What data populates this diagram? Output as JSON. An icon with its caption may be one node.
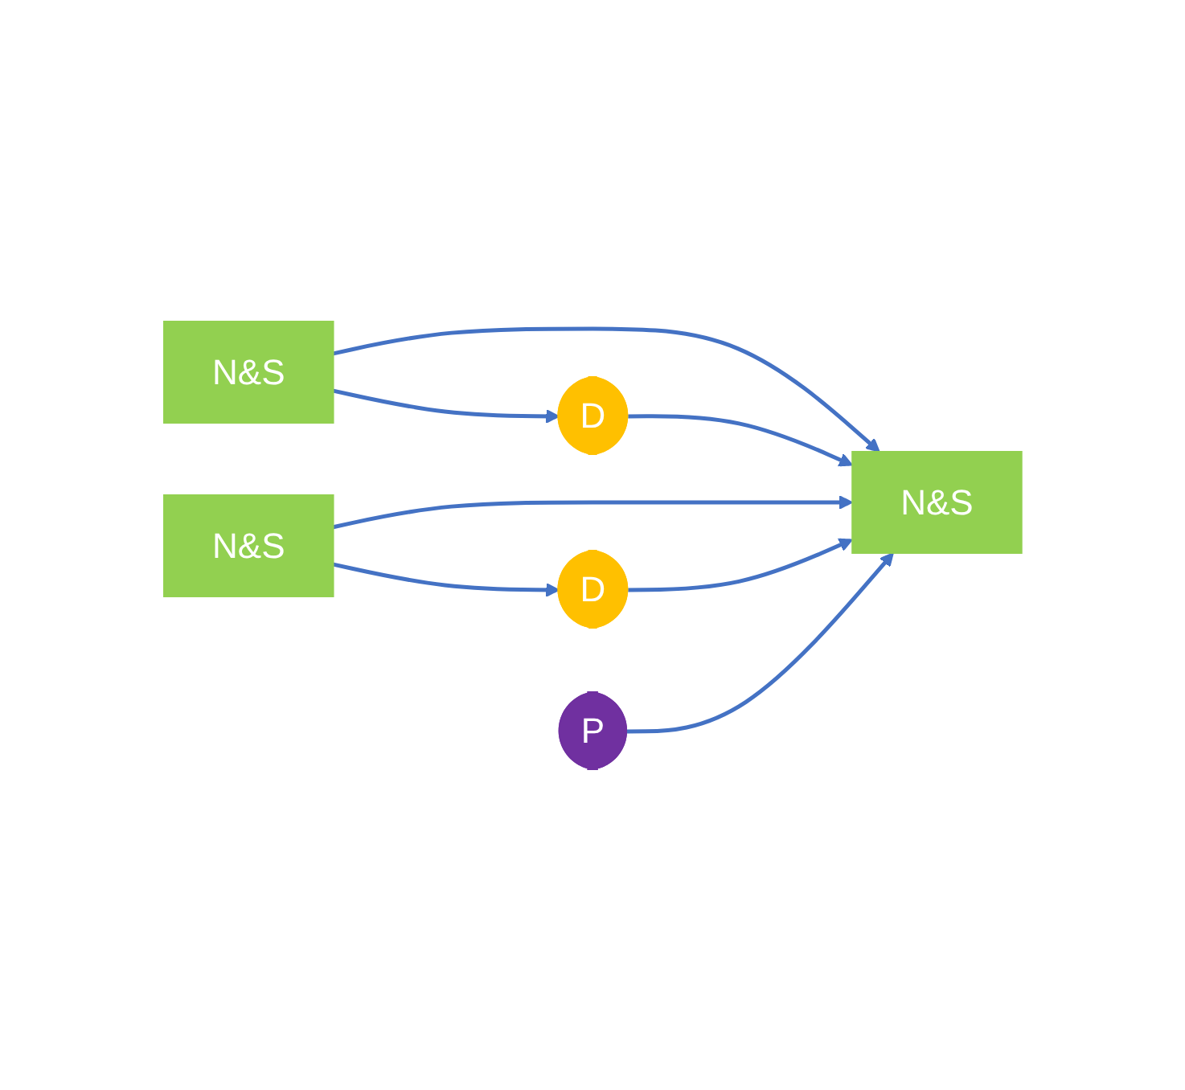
{
  "diagram": {
    "nodes": [
      {
        "text": [
          "D"
        ]
      },
      {
        "text": [
          "N&S"
        ]
      },
      {
        "text": [
          "D"
        ]
      },
      {
        "text": [
          "N&S"
        ]
      },
      {
        "text": [
          "P"
        ]
      },
      {
        "text": [
          "N&S"
        ]
      }
    ],
    "edges": [
      {
        "from": 1,
        "to": 0,
        "arrow": "to"
      },
      {
        "from": 1,
        "to": 5,
        "arrow": "to"
      },
      {
        "from": 0,
        "to": 5,
        "arrow": "to"
      },
      {
        "from": 3,
        "to": 2,
        "arrow": "to"
      },
      {
        "from": 3,
        "to": 5,
        "arrow": "to"
      },
      {
        "from": 2,
        "to": 5,
        "arrow": "to"
      },
      {
        "from": 4,
        "to": 5,
        "arrow": "to"
      }
    ]
  }
}
